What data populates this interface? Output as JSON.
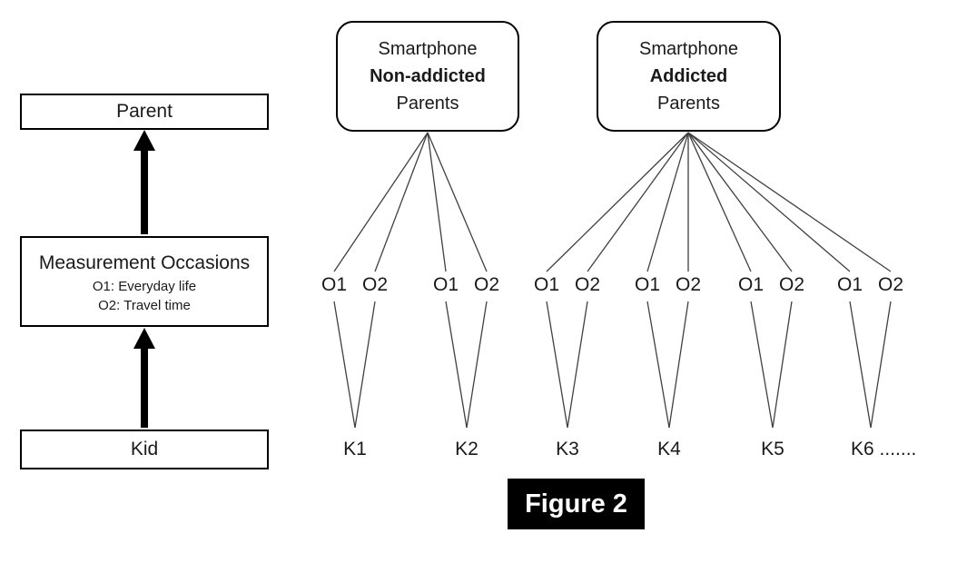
{
  "caption": {
    "text": "Figure 2"
  },
  "colors": {
    "fan_line": "#404040",
    "box_border": "#000000",
    "arrow": "#000000",
    "caption_bg": "#000000",
    "caption_text": "#ffffff"
  },
  "left_panel": {
    "parent_label": "Parent",
    "measurement": {
      "title": "Measurement Occasions",
      "item1": "O1: Everyday life",
      "item2": "O2: Travel time"
    },
    "kid_label": "Kid"
  },
  "parent_groups": [
    {
      "top": "Smartphone",
      "middle": "Non-addicted",
      "bottom": "Parents"
    },
    {
      "top": "Smartphone",
      "middle": "Addicted",
      "bottom": "Parents"
    }
  ],
  "occasion_pairs": [
    {
      "o1": "O1",
      "o2": "O2"
    },
    {
      "o1": "O1",
      "o2": "O2"
    },
    {
      "o1": "O1",
      "o2": "O2"
    },
    {
      "o1": "O1",
      "o2": "O2"
    },
    {
      "o1": "O1",
      "o2": "O2"
    },
    {
      "o1": "O1",
      "o2": "O2"
    }
  ],
  "kids": [
    {
      "label": "K1"
    },
    {
      "label": "K2"
    },
    {
      "label": "K3"
    },
    {
      "label": "K4"
    },
    {
      "label": "K5"
    },
    {
      "label": "K6 ......."
    }
  ]
}
